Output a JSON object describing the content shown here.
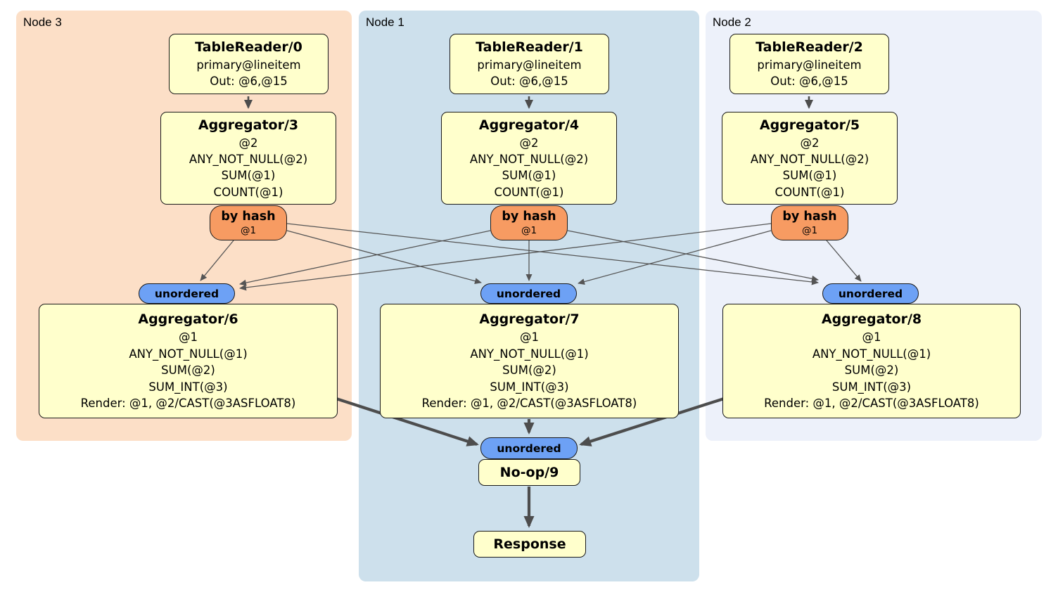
{
  "colors": {
    "canvas_bg": "#ffffff",
    "node3_bg": "#fcdfc7",
    "node1_bg": "#cde0ec",
    "node2_bg": "#edf1fa",
    "box_bg": "#ffffcc",
    "box_border": "#1a1a1a",
    "hash_pill_bg": "#f79b62",
    "unordered_pill_bg": "#6da1f5",
    "edge_thin": "#555555",
    "edge_thick": "#4d4d4d",
    "text": "#000000"
  },
  "regions": {
    "node3": {
      "label": "Node 3"
    },
    "node1": {
      "label": "Node 1"
    },
    "node2": {
      "label": "Node 2"
    }
  },
  "processors": {
    "tr0": {
      "title": "TableReader/0",
      "lines": [
        "primary@lineitem",
        "Out: @6,@15"
      ]
    },
    "tr1": {
      "title": "TableReader/1",
      "lines": [
        "primary@lineitem",
        "Out: @6,@15"
      ]
    },
    "tr2": {
      "title": "TableReader/2",
      "lines": [
        "primary@lineitem",
        "Out: @6,@15"
      ]
    },
    "agg3": {
      "title": "Aggregator/3",
      "lines": [
        "@2",
        "ANY_NOT_NULL(@2)",
        "SUM(@1)",
        "COUNT(@1)"
      ]
    },
    "agg4": {
      "title": "Aggregator/4",
      "lines": [
        "@2",
        "ANY_NOT_NULL(@2)",
        "SUM(@1)",
        "COUNT(@1)"
      ]
    },
    "agg5": {
      "title": "Aggregator/5",
      "lines": [
        "@2",
        "ANY_NOT_NULL(@2)",
        "SUM(@1)",
        "COUNT(@1)"
      ]
    },
    "agg6": {
      "title": "Aggregator/6",
      "lines": [
        "@1",
        "ANY_NOT_NULL(@1)",
        "SUM(@2)",
        "SUM_INT(@3)",
        "Render: @1, @2/CAST(@3ASFLOAT8)"
      ]
    },
    "agg7": {
      "title": "Aggregator/7",
      "lines": [
        "@1",
        "ANY_NOT_NULL(@1)",
        "SUM(@2)",
        "SUM_INT(@3)",
        "Render: @1, @2/CAST(@3ASFLOAT8)"
      ]
    },
    "agg8": {
      "title": "Aggregator/8",
      "lines": [
        "@1",
        "ANY_NOT_NULL(@1)",
        "SUM(@2)",
        "SUM_INT(@3)",
        "Render: @1, @2/CAST(@3ASFLOAT8)"
      ]
    },
    "noop": {
      "title": "No-op/9"
    },
    "response": {
      "title": "Response"
    }
  },
  "routers": {
    "hash0": {
      "label": "by hash",
      "detail": "@1"
    },
    "hash1": {
      "label": "by hash",
      "detail": "@1"
    },
    "hash2": {
      "label": "by hash",
      "detail": "@1"
    }
  },
  "streams": {
    "un3": {
      "label": "unordered"
    },
    "un7": {
      "label": "unordered"
    },
    "un8": {
      "label": "unordered"
    },
    "un_final": {
      "label": "unordered"
    }
  }
}
